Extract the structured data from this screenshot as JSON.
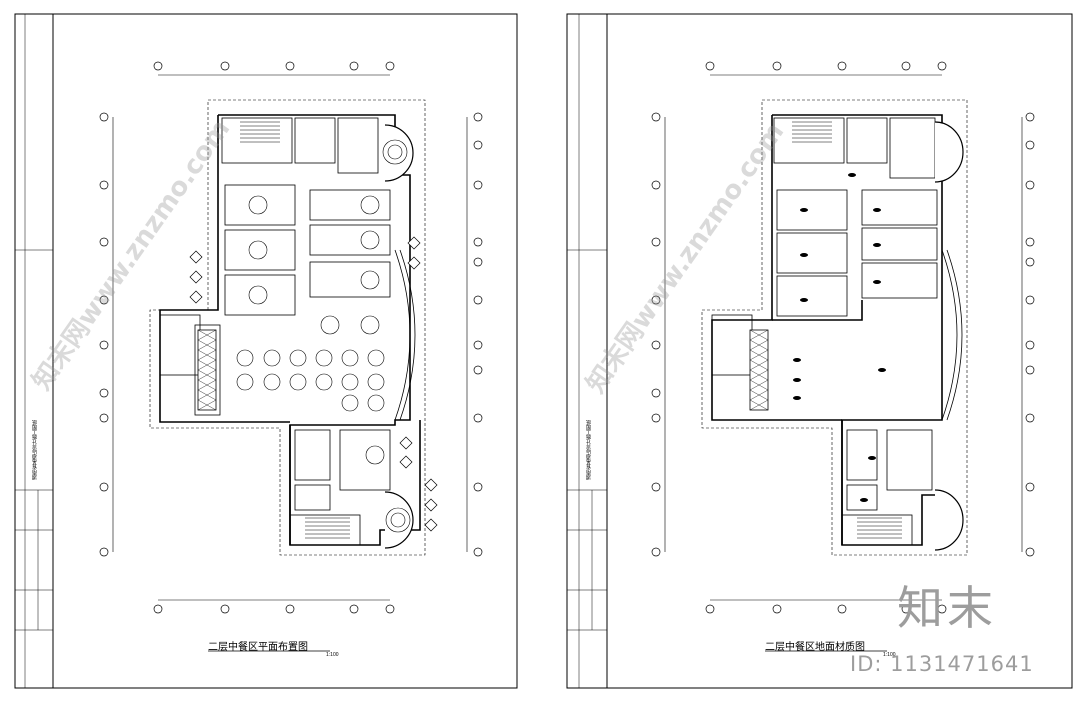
{
  "sheets": [
    {
      "title": "二层中餐区平面布置图",
      "scale": "1:100",
      "project_label": "湖南省某酒店设计施工图纸"
    },
    {
      "title": "二层中餐区地面材质图",
      "scale": "1:100",
      "project_label": "湖南省某酒店设计施工图纸"
    }
  ],
  "watermark": {
    "site_text": "知末网www.znzmo.com",
    "logo_text": "知末",
    "id_text": "ID: 1131471641"
  },
  "colors": {
    "line": "#000000",
    "watermark": "#9d9d9d"
  }
}
